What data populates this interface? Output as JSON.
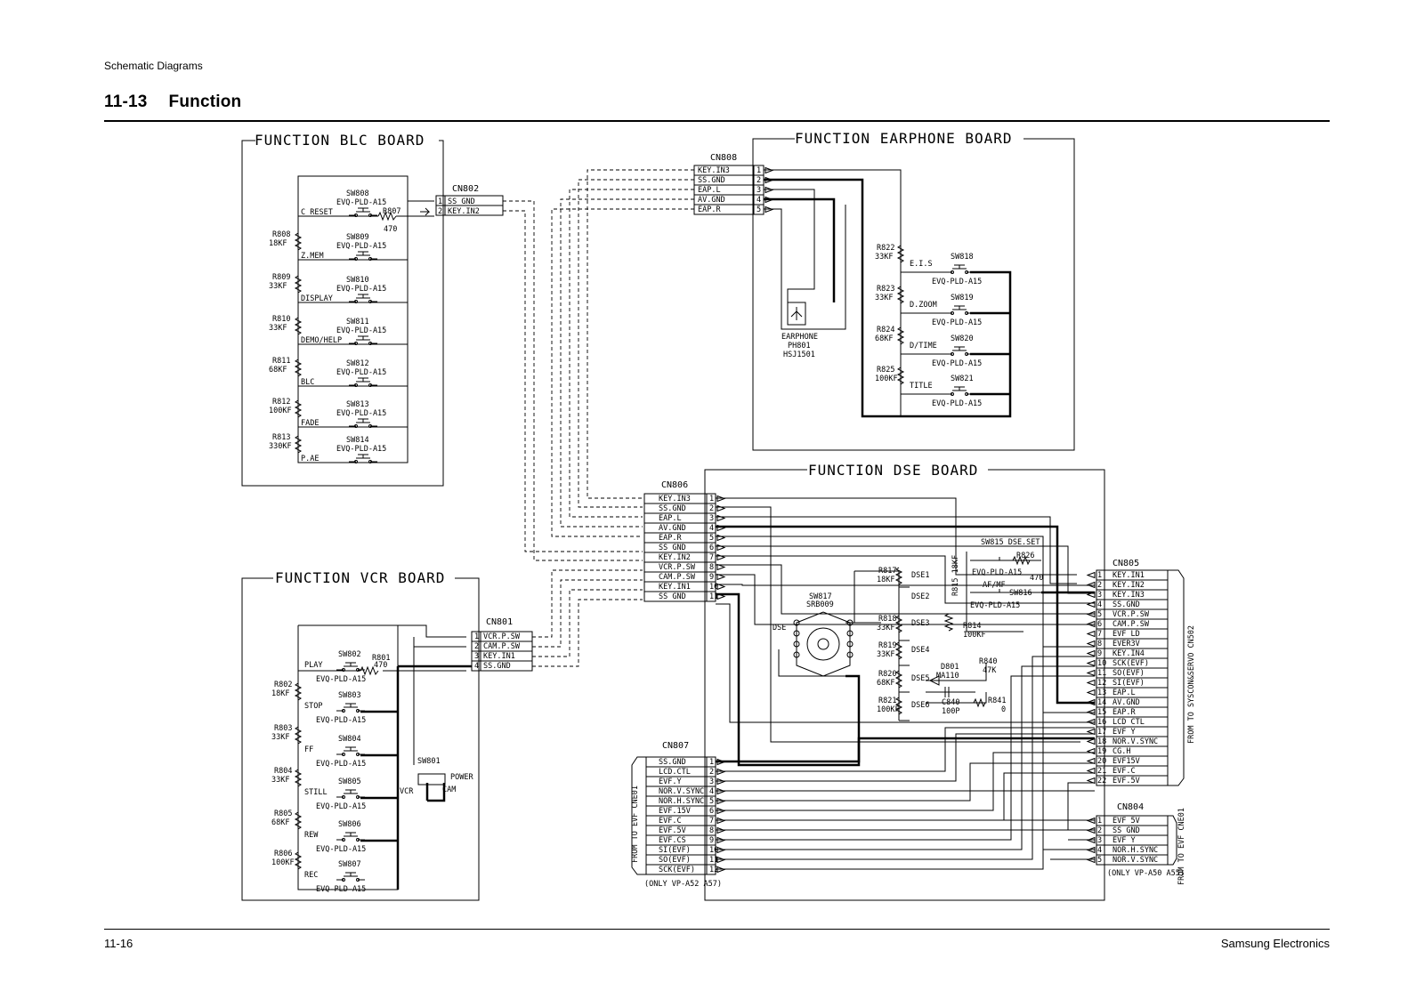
{
  "header": {
    "section": "Schematic Diagrams",
    "number": "11-13",
    "title": "Function"
  },
  "footer": {
    "page": "11-16",
    "company": "Samsung Electronics"
  },
  "boards": {
    "blc": "FUNCTION BLC BOARD",
    "earphone": "FUNCTION EARPHONE BOARD",
    "dse": "FUNCTION DSE BOARD",
    "vcr": "FUNCTION VCR BOARD"
  },
  "connectors": {
    "cn802": {
      "name": "CN802",
      "pins": [
        "SS GND",
        "KEY.IN2"
      ]
    },
    "cn808": {
      "name": "CN808",
      "pins": [
        "KEY.IN3",
        "SS.GND",
        "EAP.L",
        "AV.GND",
        "EAP.R"
      ]
    },
    "cn801": {
      "name": "CN801",
      "pins": [
        "VCR.P.SW",
        "CAM.P.SW",
        "KEY.IN1",
        "SS.GND"
      ]
    },
    "cn806": {
      "name": "CN806",
      "pins": [
        "KEY.IN3",
        "SS.GND",
        "EAP.L",
        "AV.GND",
        "EAP.R",
        "SS GND",
        "KEY.IN2",
        "VCR.P.SW",
        "CAM.P.SW",
        "KEY.IN1",
        "SS GND"
      ]
    },
    "cn805": {
      "name": "CN805",
      "pins": [
        "KEY.IN1",
        "KEY.IN2",
        "KEY.IN3",
        "SS.GND",
        "VCR.P.SW",
        "CAM.P.SW",
        "EVF LD",
        "EVER3V",
        "KEY.IN4",
        "SCK(EVF)",
        "SO(EVF)",
        "SI(EVF)",
        "EAP.L",
        "AV.GND",
        "EAP.R",
        "LCD CTL",
        "EVF Y",
        "NOR.V.SYNC",
        "CG.H",
        "EVF15V",
        "EVF.C",
        "EVF.5V"
      ]
    },
    "cn807": {
      "name": "CN807",
      "pins": [
        "SS.GND",
        "LCD.CTL",
        "EVF.Y",
        "NOR.V.SYNC",
        "NOR.H.SYNC",
        "EVF.15V",
        "EVF.C",
        "EVF.5V",
        "EVF.CS",
        "SI(EVF)",
        "SO(EVF)",
        "SCK(EVF)"
      ]
    },
    "cn804": {
      "name": "CN804",
      "pins": [
        "EVF 5V",
        "SS GND",
        "EVF Y",
        "NOR.H.SYNC",
        "NOR.V.SYNC"
      ]
    }
  },
  "blc_rows": [
    {
      "sw": "SW808",
      "part": "EVQ-PLD-A15",
      "label": "C RESET",
      "res": "",
      "resval": ""
    },
    {
      "sw": "SW809",
      "part": "EVQ-PLD-A15",
      "label": "Z.MEM",
      "res": "R808",
      "resval": "18KF"
    },
    {
      "sw": "SW810",
      "part": "EVQ-PLD-A15",
      "label": "DISPLAY",
      "res": "R809",
      "resval": "33KF"
    },
    {
      "sw": "SW811",
      "part": "EVQ-PLD-A15",
      "label": "DEMO/HELP",
      "res": "R810",
      "resval": "33KF"
    },
    {
      "sw": "SW812",
      "part": "EVQ-PLD-A15",
      "label": "BLC",
      "res": "R811",
      "resval": "68KF"
    },
    {
      "sw": "SW813",
      "part": "EVQ-PLD-A15",
      "label": "FADE",
      "res": "R812",
      "resval": "100KF"
    },
    {
      "sw": "SW814",
      "part": "EVQ-PLD-A15",
      "label": "P.AE",
      "res": "R813",
      "resval": "330KF"
    }
  ],
  "blc_r807": {
    "name": "R807",
    "value": "470"
  },
  "vcr_rows": [
    {
      "sw": "SW802",
      "part": "EVQ-PLD-A15",
      "label": "PLAY",
      "res": "",
      "resval": ""
    },
    {
      "sw": "SW803",
      "part": "EVQ-PLD-A15",
      "label": "STOP",
      "res": "R802",
      "resval": "18KF"
    },
    {
      "sw": "SW804",
      "part": "EVQ-PLD-A15",
      "label": "FF",
      "res": "R803",
      "resval": "33KF"
    },
    {
      "sw": "SW805",
      "part": "EVQ-PLD-A15",
      "label": "STILL",
      "res": "R804",
      "resval": "33KF"
    },
    {
      "sw": "SW806",
      "part": "EVQ-PLD-A15",
      "label": "REW",
      "res": "R805",
      "resval": "68KF"
    },
    {
      "sw": "SW807",
      "part": "EVQ-PLD-A15",
      "label": "REC",
      "res": "R806",
      "resval": "100KF"
    }
  ],
  "vcr_r801": {
    "name": "R801",
    "value": "470"
  },
  "vcr_power": {
    "sw": "SW801",
    "power": "POWER",
    "vcr": "VCR",
    "cam": "CAM"
  },
  "ear_rows": [
    {
      "sw": "SW818",
      "part": "EVQ-PLD-A15",
      "label": "E.I.S",
      "res": "R822",
      "resval": "33KF"
    },
    {
      "sw": "SW819",
      "part": "EVQ-PLD-A15",
      "label": "D.ZOOM",
      "res": "R823",
      "resval": "33KF"
    },
    {
      "sw": "SW820",
      "part": "EVQ-PLD-A15",
      "label": "D/TIME",
      "res": "R824",
      "resval": "68KF"
    },
    {
      "sw": "SW821",
      "part": "EVQ-PLD-A15",
      "label": "TITLE",
      "res": "R825",
      "resval": "100KF"
    }
  ],
  "earphone_jack": {
    "l1": "EARPHONE",
    "l2": "PH801",
    "l3": "HSJ1501"
  },
  "dse": {
    "sw817": "SW817",
    "sw817b": "SRB009",
    "dse": "DSE",
    "rows": [
      {
        "res": "R817",
        "val": "18KF",
        "lbl": "DSE1"
      },
      {
        "res": "",
        "val": "",
        "lbl": "DSE2"
      },
      {
        "res": "R818",
        "val": "33KF",
        "lbl": "DSE3"
      },
      {
        "res": "R819",
        "val": "33KF",
        "lbl": "DSE4"
      },
      {
        "res": "R820",
        "val": "68KF",
        "lbl": "DSE5"
      },
      {
        "res": "R821",
        "val": "100KF",
        "lbl": "DSE6"
      }
    ],
    "sw815": "SW815 DSE.SET",
    "r826": "R826",
    "r826v": "470",
    "r815": "R815 18KF",
    "evq1": "EVQ-PLD-A15",
    "afmf": "AF/MF",
    "sw816": "SW816",
    "evq2": "EVQ-PLD-A15",
    "r814": "R814",
    "r814v": "100KF",
    "r840": "R840",
    "r840v": "47K",
    "d801": "D801",
    "d801v": "MA110",
    "c840": "C840",
    "c840v": "100P",
    "r841": "R841",
    "r841v": "0"
  },
  "side_notes": {
    "syscon": "FROM TO SYSCON&SERVO CN502",
    "evf_left": "FROM TO EVF CNE01",
    "evf_right": "FROM TO EVF CNE01",
    "only_left": "(ONLY VP-A52 A57)",
    "only_right": "(ONLY VP-A50 A55)"
  }
}
